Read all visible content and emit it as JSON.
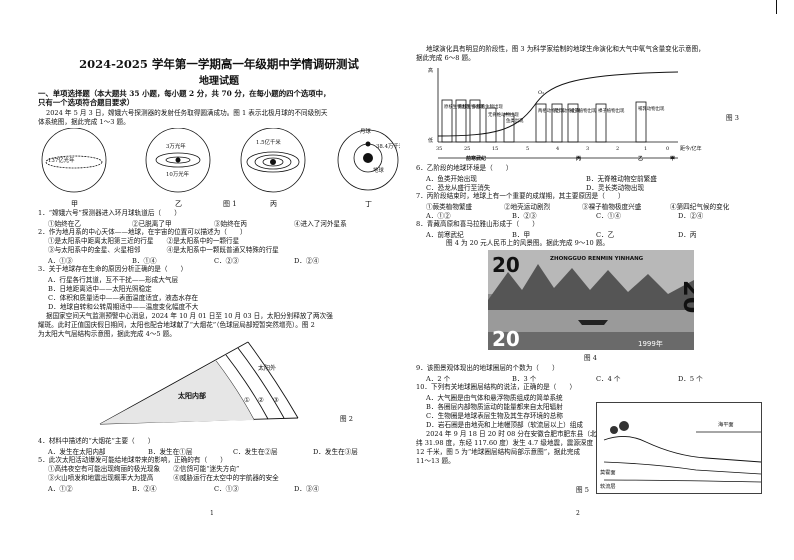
{
  "header": {
    "title": "2024-2025 学年第一学期高一年级期中学情调研测试",
    "subtitle": "地理试题"
  },
  "section1": {
    "heading": "一、单项选择题（本大题共 35 小题，每小题 2 分，共 70 分，在每小题的四个选项中，",
    "heading2": "只有一个选项符合题目要求）"
  },
  "intro1": {
    "line1": "2024 年 5 月 3 日，嫦娥六号探测器的发射任务取得圆满成功。图 1 表示北极月球的不同级别天",
    "line2": "体系统图，据此完成 1～3 题。"
  },
  "fig1": {
    "label": "图 1",
    "panels": [
      "甲",
      "乙",
      "丙",
      "丁"
    ],
    "texts": {
      "ly137": "137亿光年",
      "ly3w": "3万光年",
      "ly10w": "10万光年",
      "km15": "1.5亿千米",
      "km38": "38.4万千米",
      "moon": "月球",
      "earth": "地球"
    }
  },
  "q1": {
    "stem": "1．“嫦娥六号”探测器进入环月球轨道后（　　）",
    "opts": [
      "①始终在乙",
      "②已脱离了甲",
      "③始终在丙",
      "④进入了河外星系"
    ]
  },
  "q2": {
    "stem": "2．作为地月系的中心天体——地球，在宇宙的位置可以描述为（　　）",
    "l1": "①是太阳系中距离太阳第三近的行星　　②是太阳系中的一颗行星",
    "l2": "③与太阳系中的金星、火星相邻　　　　④是太阳系中一颗既普通又特殊的行星",
    "opts": [
      "A．①③",
      "B．①④",
      "C．②③",
      "D．②④"
    ]
  },
  "q3": {
    "stem": "3．关于地球存在生命的原因分析正确的是（　　）",
    "a": "A．行星各行其道，互不干扰——形成大气层",
    "b": "B．日地距离适中——太阳光照稳定",
    "c": "C．体积和质量适中——表面温度适宜，液态水存在",
    "d": "D．地球自转和公转周期适中——温度变化幅度不大"
  },
  "intro2": {
    "line1": "据国家空间天气监测预警中心消息，2024 年 10 月 01 日至 10 月 03 日，太阳分别释放了两次强",
    "line2": "耀斑。此时正值国庆假日期间，太阳也配合地球献了“大烟花”（色球层局部短暂突然增亮）。图 2",
    "line3": "为太阳大气层结构示意图，据此完成 4～5 题。"
  },
  "fig2": {
    "label": "图 2",
    "center": "太阳内部",
    "outer": "太阳外",
    "nums": [
      "①",
      "②",
      "③"
    ]
  },
  "q4": {
    "stem": "4．材料中描述的“大烟花”主要（　　）",
    "opts": [
      "A．发生在太阳内部",
      "B．发生在①层",
      "C．发生在②层",
      "D．发生在③层"
    ]
  },
  "q5": {
    "stem": "5．此次太阳活动爆发可能给地球带来的影响，正确的有（　　）",
    "l1": "①高纬夜空有可能出现绚丽的极光现象　　②信鸽可能“迷失方向”",
    "l2": "③火山喷发和地震出现概率大为提高　　　④威胁运行在太空中的宇航器的安全",
    "opts": [
      "A．①②",
      "B．②④",
      "C．①③",
      "D．③④"
    ]
  },
  "page1": "1",
  "intro3": {
    "line1": "地球演化具有明显的阶段性，图 3 为科学家绘制的地球生命演化和大气中氧气含量变化示意图，",
    "line2": "据此完成 6～8 题。"
  },
  "fig3": {
    "label": "图 3",
    "ylabel": "大气中氧气含量",
    "ylabel_top": "高",
    "ylabel_bottom": "低",
    "o2": "O₂",
    "events": [
      "原核生物出现",
      "真核生物出现",
      "多细胞生物出现",
      "无脊椎动物出现",
      "鱼类出现",
      "两栖动物出现",
      "爬行动物出现",
      "被子植物出现",
      "裸子植物出现",
      "哺乳动物出现"
    ],
    "ticks": [
      "35",
      "25",
      "15",
      "5",
      "4",
      "3",
      "2",
      "1",
      "0"
    ],
    "unit": "距今/亿年",
    "eras": [
      "前寒武纪",
      "丙",
      "乙",
      "甲"
    ]
  },
  "q6": {
    "stem": "6．乙阶段的地球环境是（　　）",
    "a": "A．鱼类开始出现",
    "b": "B．无脊椎动物空前繁盛",
    "c": "C．恐龙从盛行至消失",
    "d": "D．灵长类动物出现"
  },
  "q7": {
    "stem": "7．丙阶段结束时，地球上有一个重要的成煤期，其主要原因是（　　）",
    "opts": [
      "①蕨类植物繁盛",
      "②地壳运动剧烈",
      "③裸子植物极度兴盛",
      "④第四纪气候的变化"
    ],
    "opts2": [
      "A．①②",
      "B．②③",
      "C．①④",
      "D．②④"
    ]
  },
  "q8": {
    "stem": "8．青藏高原和喜马拉雅山形成于（　　）",
    "opts": [
      "A．前寒武纪",
      "B．甲",
      "C．乙",
      "D．丙"
    ]
  },
  "intro4": "图 4 为 20 元人民币上的风景图。据此完成 9～10 题。",
  "fig4": {
    "label": "图 4",
    "banner": "ZHONGGUO RENMIN YINHANG",
    "value": "20",
    "year": "1999年"
  },
  "q9": {
    "stem": "9．该图景观体现出的地球圈层的个数为（　　）",
    "opts": [
      "A．2 个",
      "B．3 个",
      "C．4 个",
      "D．5 个"
    ]
  },
  "q10": {
    "stem": "10．下列有关地球圈层结构的说法，正确的是（　　）",
    "a": "A．大气圈是由气体和悬浮物质组成的简单系统",
    "b": "B．各圈层内部物质运动的能量都来自太阳辐射",
    "c": "C．生物圈是地球表层生物及其生存环境的总称",
    "d": "D．岩石圈是由地壳和上地幔顶部（软流层以上）组成"
  },
  "intro5": {
    "line1": "2024 年 9 月 18 日 20 时 08 分在安徽合肥市肥东县（北",
    "line2": "纬 31.98 度，东经 117.60 度）发生 4.7 级地震，震源深度",
    "line3": "12 千米，图 5 为“地球圈层结构局部示意图”，据此完成",
    "line4": "11～13 题。"
  },
  "fig5": {
    "label": "图 5",
    "sea": "海平面",
    "moho": "莫霍面",
    "asth": "软流层"
  },
  "page2": "2"
}
